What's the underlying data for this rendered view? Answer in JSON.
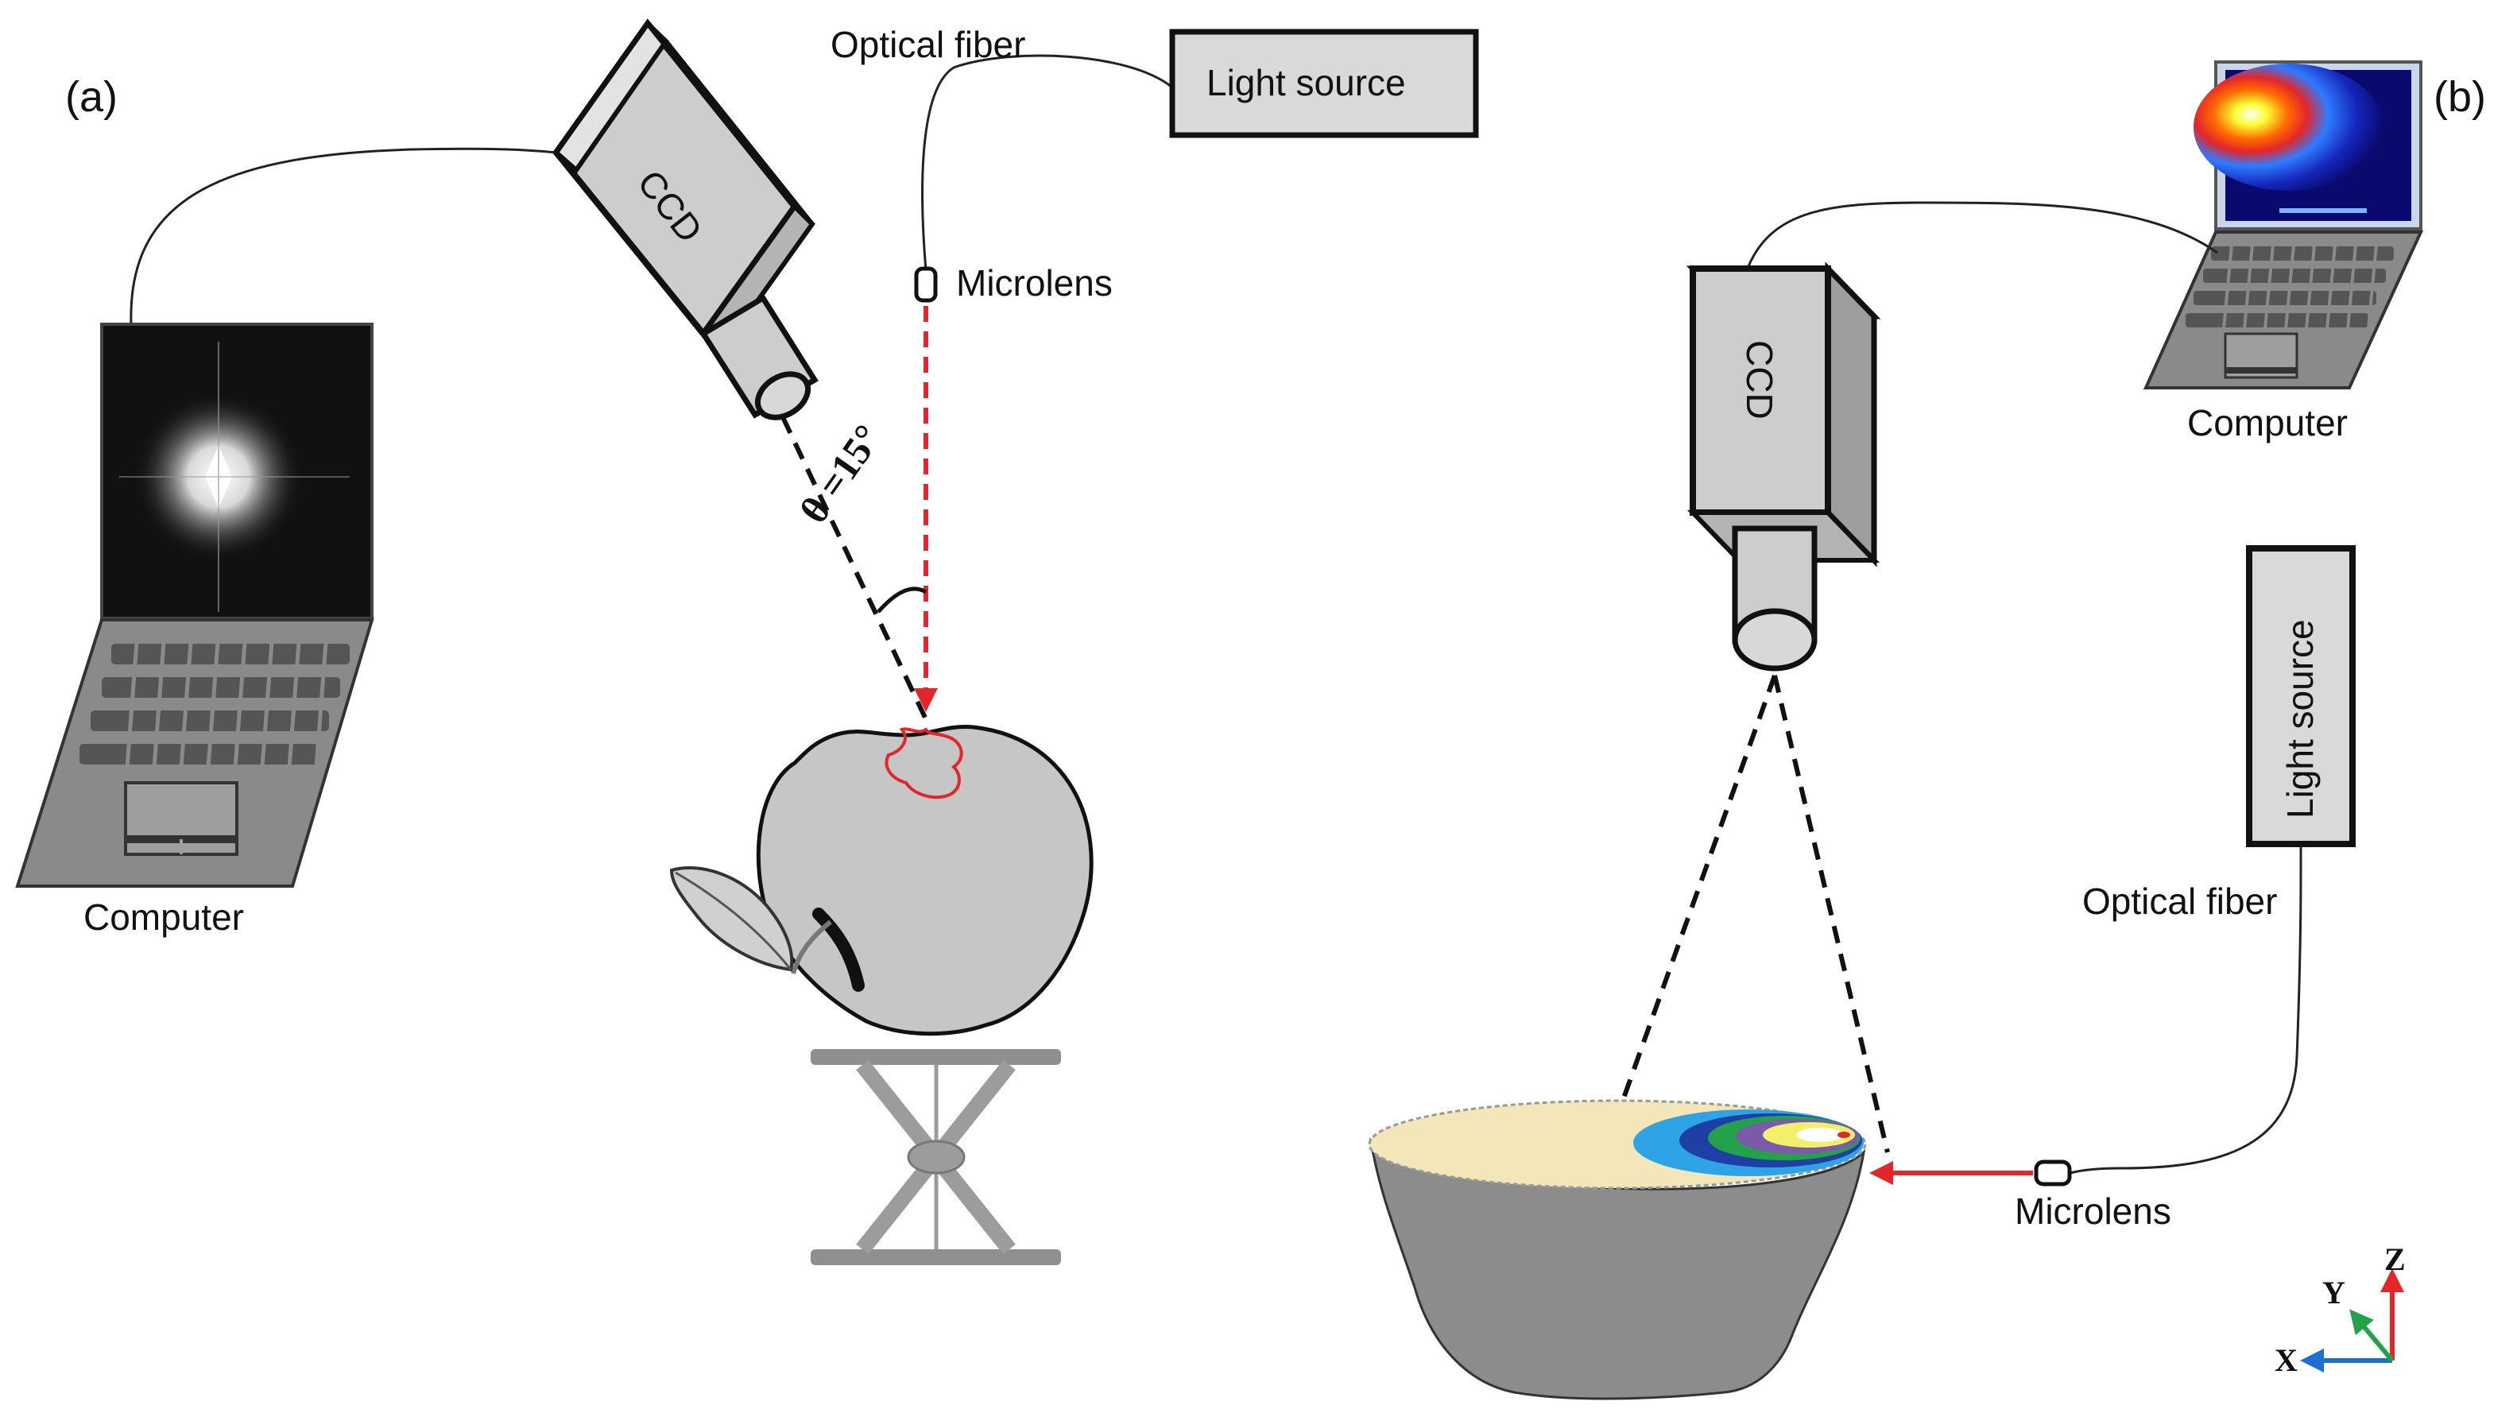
{
  "panel_a": {
    "label": "(a)",
    "computer_label": "Computer",
    "ccd_label": "CCD",
    "fiber_label": "Optical fiber",
    "light_source_label": "Light source",
    "microlens_label": "Microlens",
    "angle_label": "θ =15°"
  },
  "panel_b": {
    "label": "(b)",
    "computer_label": "Computer",
    "ccd_label": "CCD",
    "light_source_label": "Light source",
    "fiber_label": "Optical fiber",
    "microlens_label": "Microlens"
  },
  "axes": {
    "x": "X",
    "y": "Y",
    "z": "Z"
  },
  "colors": {
    "laser": "#e3262a",
    "device_fill": "#cfcfcf",
    "apple_fill": "#c6c6c6",
    "bowl_fill": "#8c8c8c",
    "cut_surface": "#f3e6b9",
    "stand": "#8f8f8f",
    "axis_x": "#1f6fd1",
    "axis_y": "#24a24a",
    "axis_z": "#e3262a"
  }
}
